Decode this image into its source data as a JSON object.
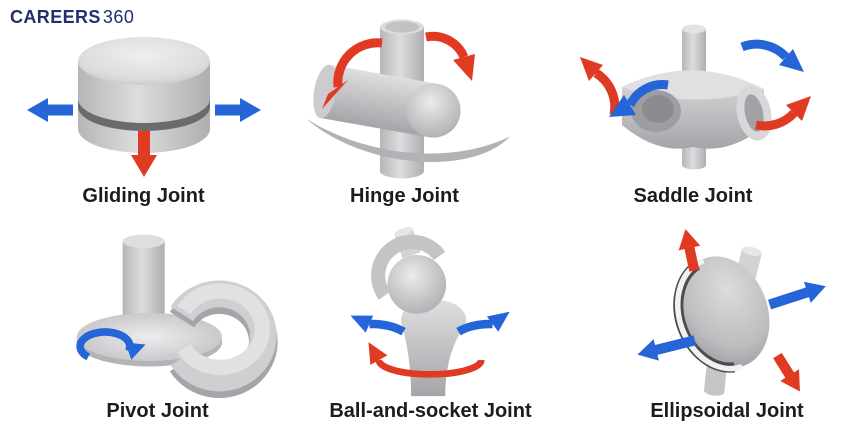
{
  "logo": {
    "bold": "CAREERS",
    "light": "360"
  },
  "colors": {
    "c-blue": "#2565d8",
    "c-red": "#e03a22",
    "c-text": "#1c1c1c",
    "c-navy": "#20306f",
    "c-bg": "#ffffff"
  },
  "cells": [
    {
      "id": "gliding-joint",
      "label": "Gliding Joint",
      "illustration": "two-discs-with-linear-arrows"
    },
    {
      "id": "hinge-joint",
      "label": "Hinge Joint",
      "illustration": "cylinder-in-trough-with-rotation-arrows"
    },
    {
      "id": "saddle-joint",
      "label": "Saddle Joint",
      "illustration": "saddle-block-with-four-curved-arrows"
    },
    {
      "id": "pivot-joint",
      "label": "Pivot Joint",
      "illustration": "peg-in-ring-with-rotation-arrow"
    },
    {
      "id": "ball-and-socket-joint",
      "label": "Ball-and-socket Joint",
      "illustration": "femur-head-with-swing-and-spin-arrows"
    },
    {
      "id": "ellipsoidal-joint",
      "label": "Ellipsoidal Joint",
      "illustration": "tilted-ellipsoid-with-four-arrows"
    }
  ]
}
